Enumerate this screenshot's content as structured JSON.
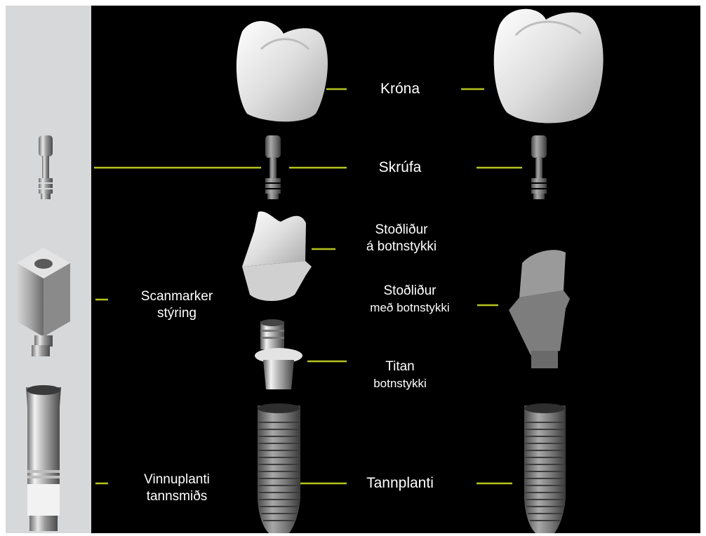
{
  "labels": {
    "crown": "Króna",
    "screw": "Skrúfa",
    "abutment_on_base": {
      "line1": "Stoðliður",
      "line2": "á botnstykki"
    },
    "abutment_with_base": {
      "line1": "Stoðliður",
      "line2": "með botnstykki"
    },
    "scanmarker": {
      "line1": "Scanmarker",
      "line2": "stýring"
    },
    "titan_base": {
      "line1": "Titan",
      "line2": "botnstykki"
    },
    "lab_analog": {
      "line1": "Vinnuplanti",
      "line2": "tannsmiðs"
    },
    "implant": "Tannplanti"
  },
  "colors": {
    "background": "#000000",
    "side_panel": "#d7d8da",
    "connector_line": "#b5c41f",
    "label_text": "#ffffff"
  }
}
